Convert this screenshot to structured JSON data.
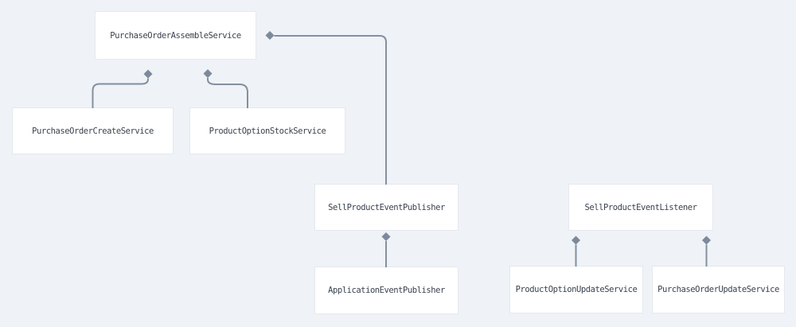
{
  "diagram": {
    "type": "dependency-diagram",
    "nodes": [
      {
        "id": "purchase-order-assemble-service",
        "label": "PurchaseOrderAssembleService"
      },
      {
        "id": "purchase-order-create-service",
        "label": "PurchaseOrderCreateService"
      },
      {
        "id": "product-option-stock-service",
        "label": "ProductOptionStockService"
      },
      {
        "id": "sell-product-event-publisher",
        "label": "SellProductEventPublisher"
      },
      {
        "id": "sell-product-event-listener",
        "label": "SellProductEventListener"
      },
      {
        "id": "application-event-publisher",
        "label": "ApplicationEventPublisher"
      },
      {
        "id": "product-option-update-service",
        "label": "ProductOptionUpdateService"
      },
      {
        "id": "purchase-order-update-service",
        "label": "PurchaseOrderUpdateService"
      }
    ],
    "edges": [
      {
        "from": "PurchaseOrderCreateService",
        "to": "PurchaseOrderAssembleService",
        "arrowhead": "diamond"
      },
      {
        "from": "ProductOptionStockService",
        "to": "PurchaseOrderAssembleService",
        "arrowhead": "diamond"
      },
      {
        "from": "SellProductEventPublisher",
        "to": "PurchaseOrderAssembleService",
        "arrowhead": "diamond"
      },
      {
        "from": "ApplicationEventPublisher",
        "to": "SellProductEventPublisher",
        "arrowhead": "diamond"
      },
      {
        "from": "ProductOptionUpdateService",
        "to": "SellProductEventListener",
        "arrowhead": "diamond"
      },
      {
        "from": "PurchaseOrderUpdateService",
        "to": "SellProductEventListener",
        "arrowhead": "diamond"
      }
    ],
    "colors": {
      "background": "#eff2f6",
      "node_fill": "#ffffff",
      "edge": "#8290a0",
      "arrowhead": "#7c8a9a",
      "text": "#39424e"
    }
  }
}
